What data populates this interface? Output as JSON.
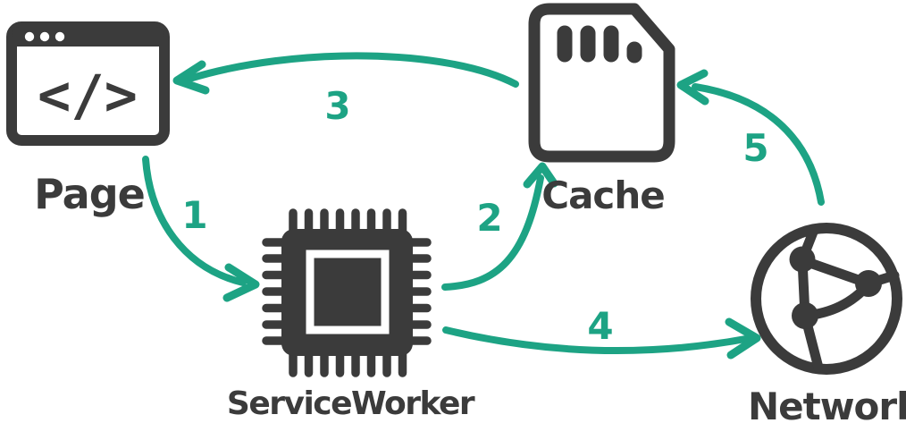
{
  "diagram": {
    "colors": {
      "icon": "#3b3b3b",
      "arrow": "#1da384",
      "background": "#ffffff"
    },
    "nodes": [
      {
        "id": "page",
        "label": "Page",
        "icon": "browser-window-icon",
        "glyph": "</>"
      },
      {
        "id": "service-worker",
        "label": "ServiceWorker",
        "icon": "cpu-chip-icon"
      },
      {
        "id": "cache",
        "label": "Cache",
        "icon": "sd-card-icon"
      },
      {
        "id": "network",
        "label": "Network",
        "icon": "globe-network-icon"
      }
    ],
    "steps": [
      {
        "number": "1",
        "from": "Page",
        "to": "ServiceWorker"
      },
      {
        "number": "2",
        "from": "ServiceWorker",
        "to": "Cache"
      },
      {
        "number": "3",
        "from": "Cache",
        "to": "Page"
      },
      {
        "number": "4",
        "from": "ServiceWorker",
        "to": "Network"
      },
      {
        "number": "5",
        "from": "Network",
        "to": "Cache"
      }
    ]
  }
}
